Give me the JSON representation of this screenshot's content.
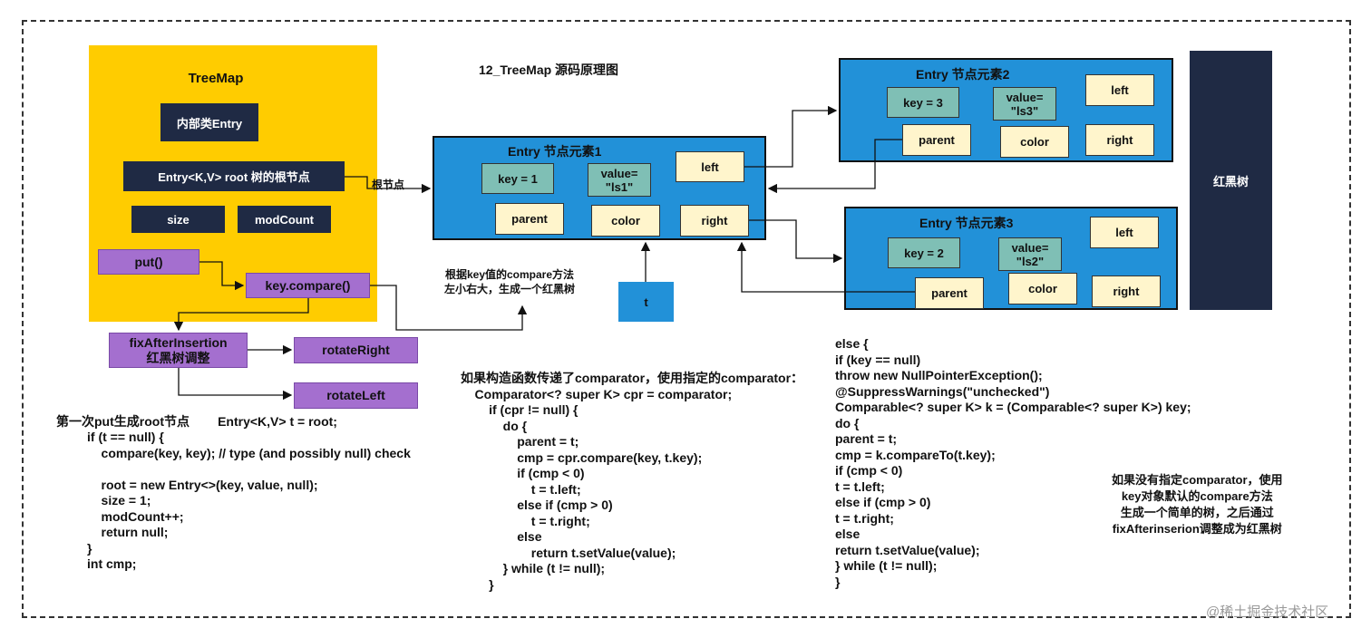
{
  "page_title": "12_TreeMap 源码原理图",
  "treemap": {
    "title": "TreeMap",
    "inner_class": "内部类Entry",
    "root_field": "Entry<K,V> root  树的根节点",
    "size": "size",
    "modcount": "modCount",
    "put": "put()",
    "key_compare": "key.compare()",
    "fix_after_insertion": "fixAfterInsertion\n红黑树调整",
    "rotate_right": "rotateRight",
    "rotate_left": "rotateLeft"
  },
  "root_arrow_label": "根节点",
  "compare_note": "根据key值的compare方法\n左小右大，生成一个红黑树",
  "t_label": "t",
  "red_black_tree": "红黑树",
  "entry1": {
    "title": "Entry 节点元素1",
    "key": "key = 1",
    "value": "value=\n\"ls1\"",
    "left": "left",
    "parent": "parent",
    "color": "color",
    "right": "right"
  },
  "entry2": {
    "title": "Entry 节点元素2",
    "key": "key = 3",
    "value": "value=\n\"ls3\"",
    "left": "left",
    "parent": "parent",
    "color": "color",
    "right": "right"
  },
  "entry3": {
    "title": "Entry 节点元素3",
    "key": "key = 2",
    "value": "value=\n\"ls2\"",
    "left": "left",
    "parent": "parent",
    "color": "color",
    "right": "right"
  },
  "code_first_put_header": "第一次put生成root节点        Entry<K,V> t = root;",
  "code_first_put": "if (t == null) {\n    compare(key, key); // type (and possibly null) check\n\n    root = new Entry<>(key, value, null);\n    size = 1;\n    modCount++;\n    return null;\n}\nint cmp;",
  "code_comparator": "如果构造函数传递了comparator，使用指定的comparator：\n    Comparator<? super K> cpr = comparator;\n        if (cpr != null) {\n            do {\n                parent = t;\n                cmp = cpr.compare(key, t.key);\n                if (cmp < 0)\n                    t = t.left;\n                else if (cmp > 0)\n                    t = t.right;\n                else\n                    return t.setValue(value);\n            } while (t != null);\n        }",
  "code_else": "else {\nif (key == null)\nthrow new NullPointerException();\n@SuppressWarnings(\"unchecked\")\nComparable<? super K> k = (Comparable<? super K>) key;\ndo {\nparent = t;\ncmp = k.compareTo(t.key);\nif (cmp < 0)\nt = t.left;\nelse if (cmp > 0)\nt = t.right;\nelse\nreturn t.setValue(value);\n} while (t != null);\n}",
  "no_comparator_note": "如果没有指定comparator，使用\nkey对象默认的compare方法\n生成一个简单的树，之后通过\nfixAfterinserion调整成为红黑树",
  "watermark": "@稀土掘金技术社区",
  "colors": {
    "yellow": "#ffcc00",
    "dark": "#1f2a44",
    "purple": "#a46fcf",
    "blue": "#2291d8",
    "cream": "#fff5cc",
    "teal": "#7fbfb5"
  }
}
